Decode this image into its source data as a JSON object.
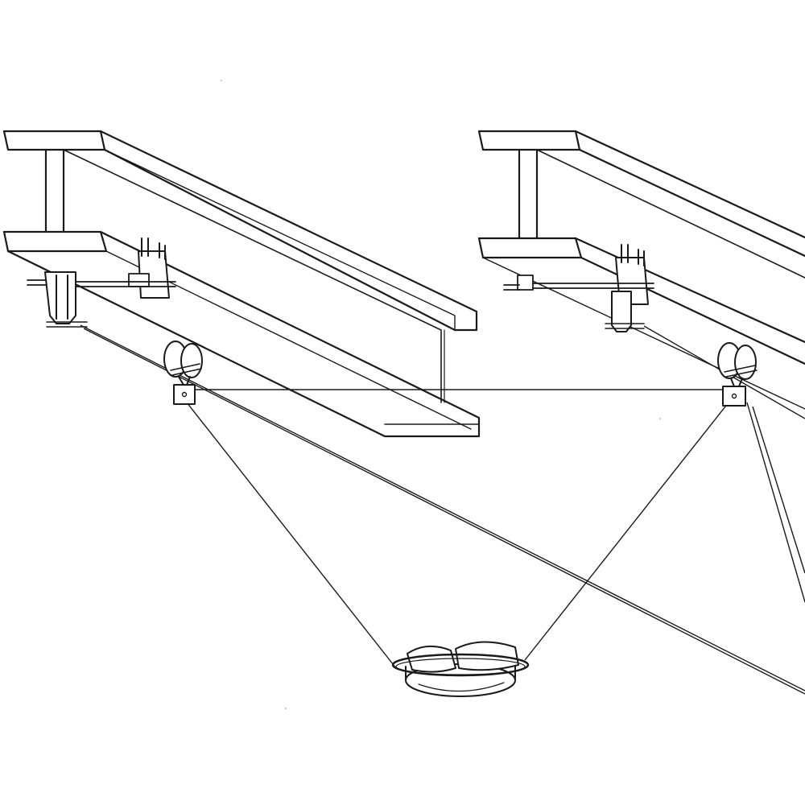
{
  "figure": {
    "type": "technical line illustration",
    "colors": {
      "ink": "#1a1a1a",
      "paper": "#ffffff"
    },
    "components": [
      {
        "name": "i-beam",
        "count": 2
      },
      {
        "name": "beam-clamp",
        "count": 2
      },
      {
        "name": "double-pulley",
        "count": 2
      },
      {
        "name": "cable",
        "count": 4
      },
      {
        "name": "suspended-ring-load",
        "count": 1
      }
    ]
  }
}
